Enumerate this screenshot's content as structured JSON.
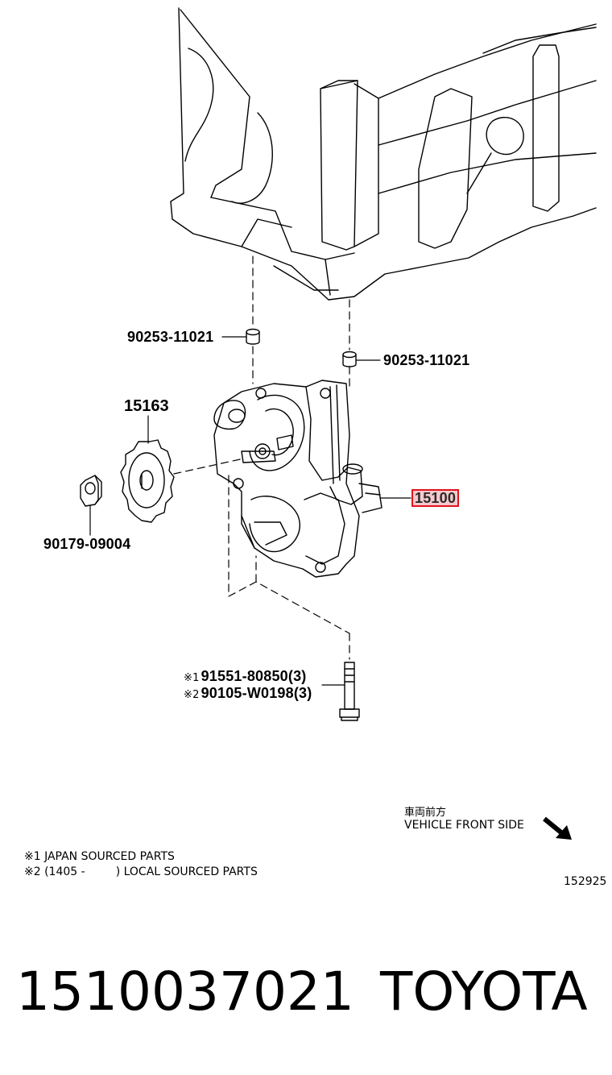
{
  "labels": {
    "collar_left": "90253-11021",
    "collar_right": "90253-11021",
    "gear": "15163",
    "nut": "90179-09004",
    "pump": "15100",
    "bolt_mark_1": "※1",
    "bolt_part_1": "91551-80850(3)",
    "bolt_mark_2": "※2",
    "bolt_part_2": "90105-W0198(3)"
  },
  "orientation": {
    "japanese": "車両前方",
    "english": "VEHICLE FRONT SIDE",
    "icon": "arrow-down-right-icon"
  },
  "notes": {
    "note1": "※1 JAPAN SOURCED PARTS",
    "note2_prefix": "※2 (1405 -",
    "note2_suffix": ") LOCAL SOURCED PARTS"
  },
  "diagram_id": "152925",
  "footer": {
    "part_number": "1510037021",
    "brand": "TOYOTA"
  },
  "colors": {
    "highlight_border": "#e0141e",
    "highlight_fill": "#f6c9cc",
    "line": "#000000"
  }
}
